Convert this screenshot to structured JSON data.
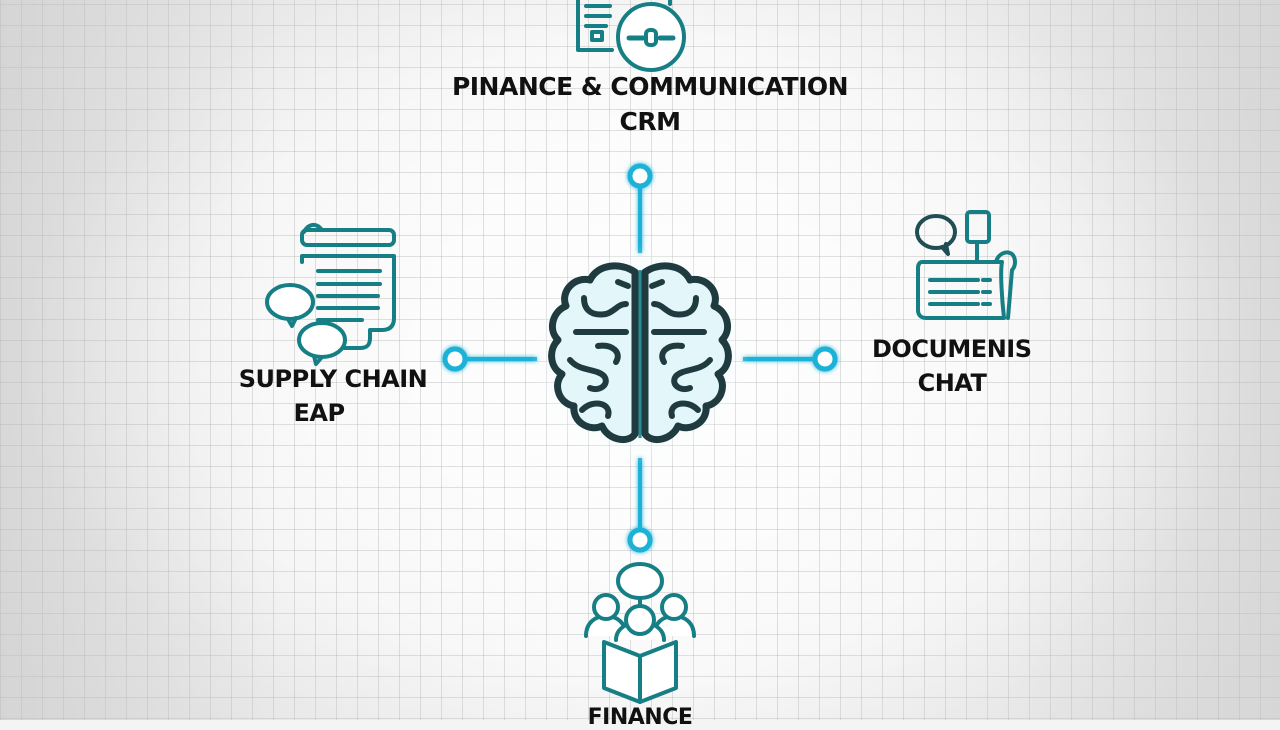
{
  "diagram": {
    "title": "AI central hub connecting business modules",
    "colors": {
      "accent_cyan": "#1fb1d6",
      "icon_teal": "#167f85",
      "brain_stroke": "#1f3b40",
      "brain_fill": "#dff4f8",
      "text": "#111111"
    },
    "center": {
      "icon": "brain-icon"
    },
    "nodes": {
      "top": {
        "line1": "PINANCE & COMMUNICATION",
        "line2": "CRM",
        "icon": "document-phone-icon"
      },
      "left": {
        "line1": "SUPPLY CHAIN",
        "line2": "EAP",
        "icon": "chat-document-icon"
      },
      "right": {
        "line1": "DOCUMENIS",
        "line2": "CHAT",
        "icon": "document-chat-icon"
      },
      "bottom": {
        "line1": "FINANCE",
        "icon": "team-box-icon"
      }
    }
  }
}
